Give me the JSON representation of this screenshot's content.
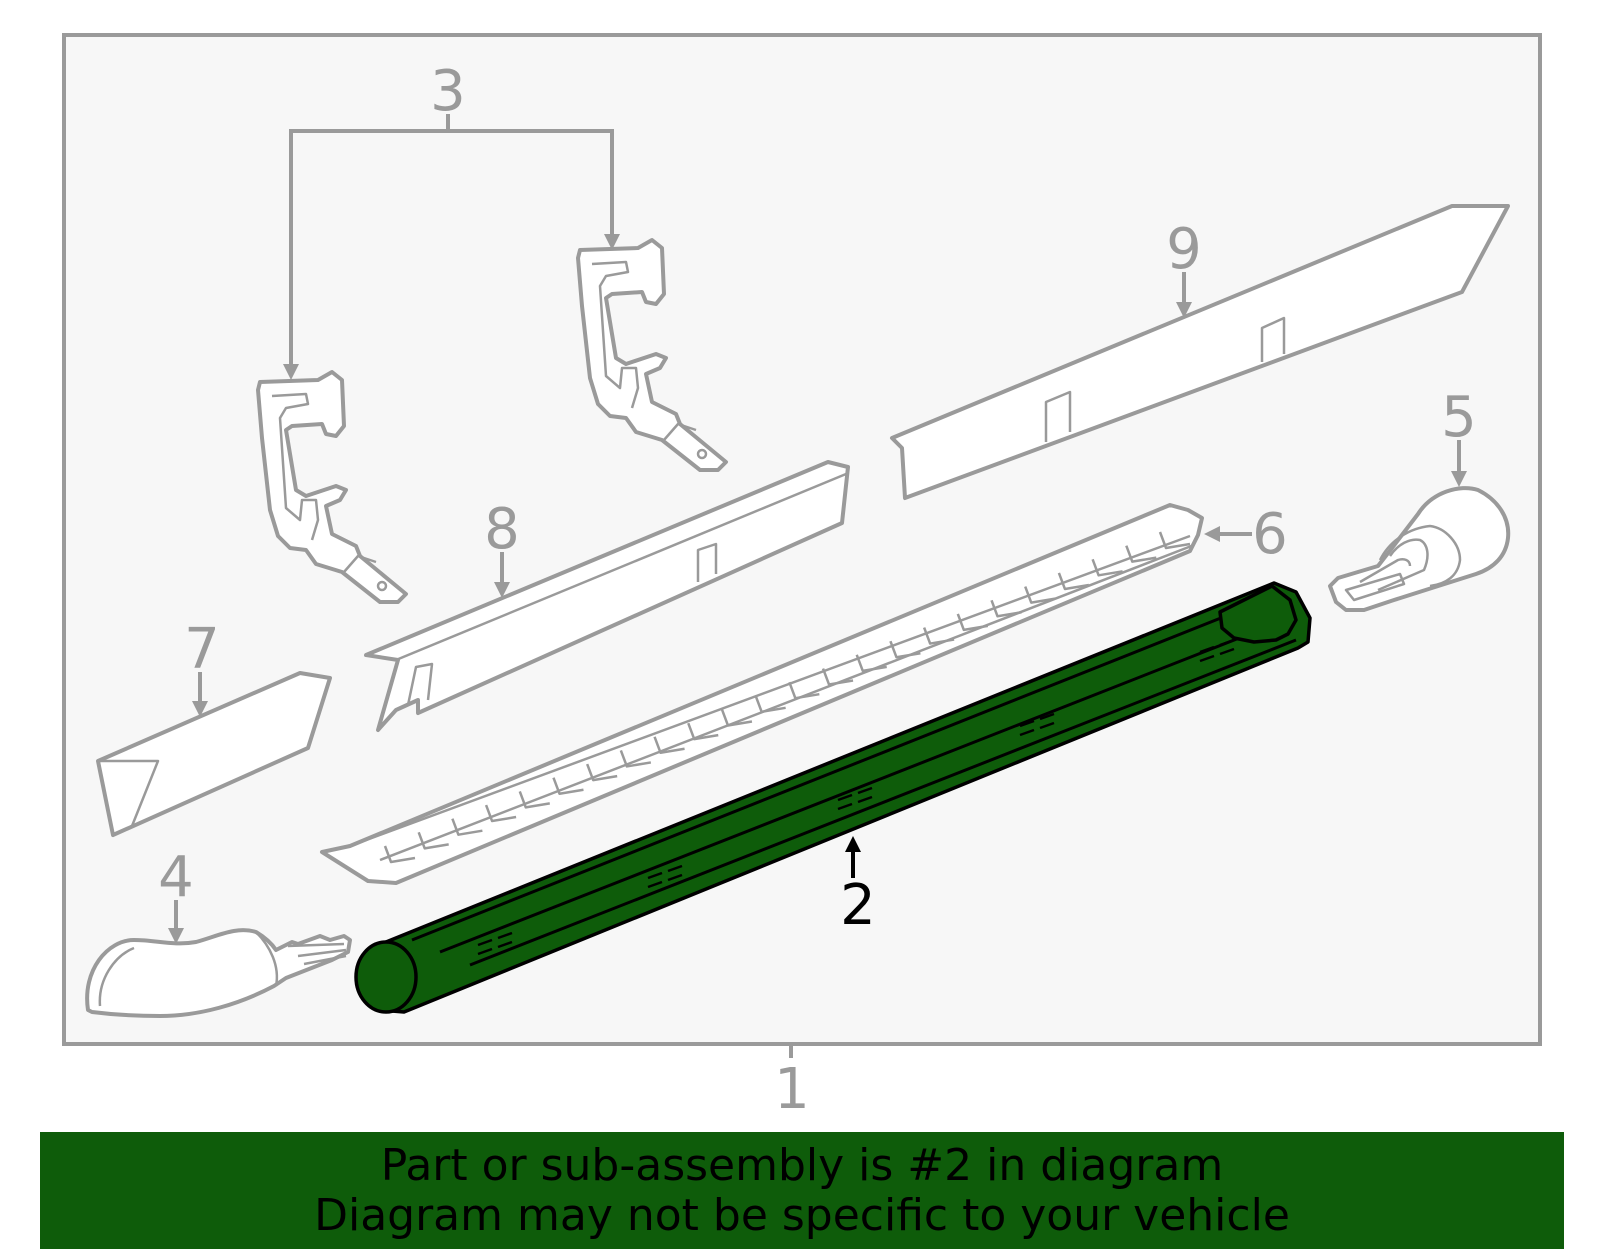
{
  "callouts": {
    "c1": "1",
    "c2": "2",
    "c3": "3",
    "c4": "4",
    "c5": "5",
    "c6": "6",
    "c7": "7",
    "c8": "8",
    "c9": "9"
  },
  "highlighted_callout": "2",
  "colors": {
    "highlight": "#0e5c0a",
    "line": "#9a9a9a",
    "frame_bg": "#f7f7f7"
  },
  "banner": {
    "line1": "Part or sub-assembly is #2 in diagram",
    "line2": "Diagram may not be specific to your vehicle"
  }
}
